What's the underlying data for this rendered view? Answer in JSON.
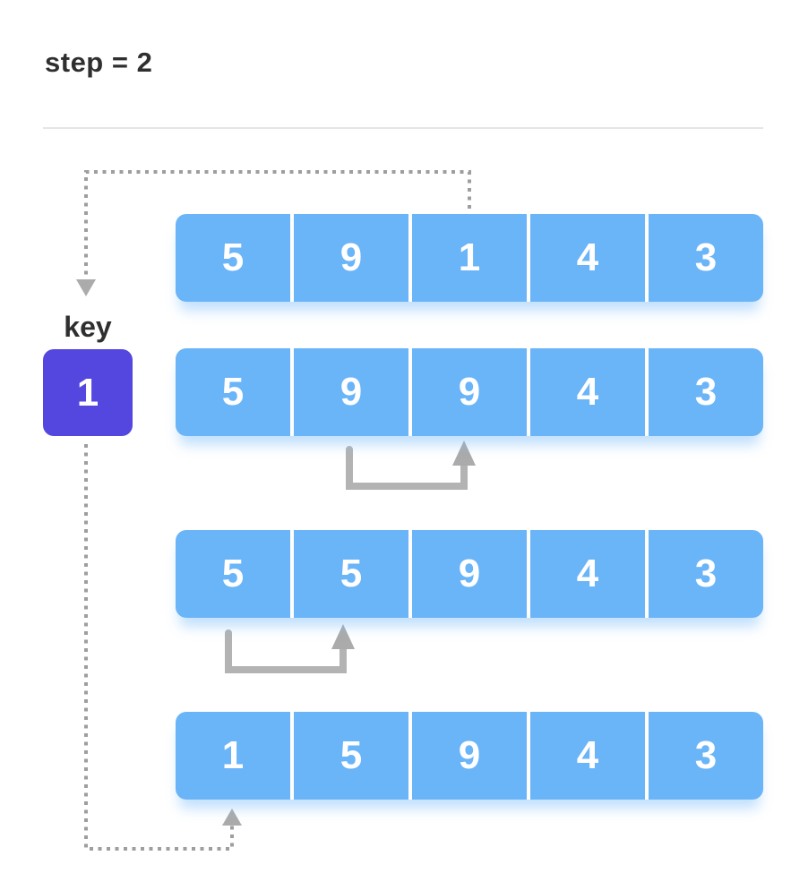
{
  "title": "step = 2",
  "key": {
    "label": "key",
    "value": "1"
  },
  "rows": [
    {
      "cells": [
        "5",
        "9",
        "1",
        "4",
        "3"
      ]
    },
    {
      "cells": [
        "5",
        "9",
        "9",
        "4",
        "3"
      ]
    },
    {
      "cells": [
        "5",
        "5",
        "9",
        "4",
        "3"
      ]
    },
    {
      "cells": [
        "1",
        "5",
        "9",
        "4",
        "3"
      ]
    }
  ],
  "colors": {
    "background": "#ffffff",
    "cell-blue": "#6ab4f8",
    "key-purple": "#5447e0",
    "text-dark": "#2f2f2f",
    "divider": "#e5e5e5",
    "dotted-gray": "#9e9e9e",
    "solid-gray": "#b3b3b3",
    "arrowhead-gray": "#ababab",
    "row-glow": "rgba(120,186,250,0.45)"
  }
}
